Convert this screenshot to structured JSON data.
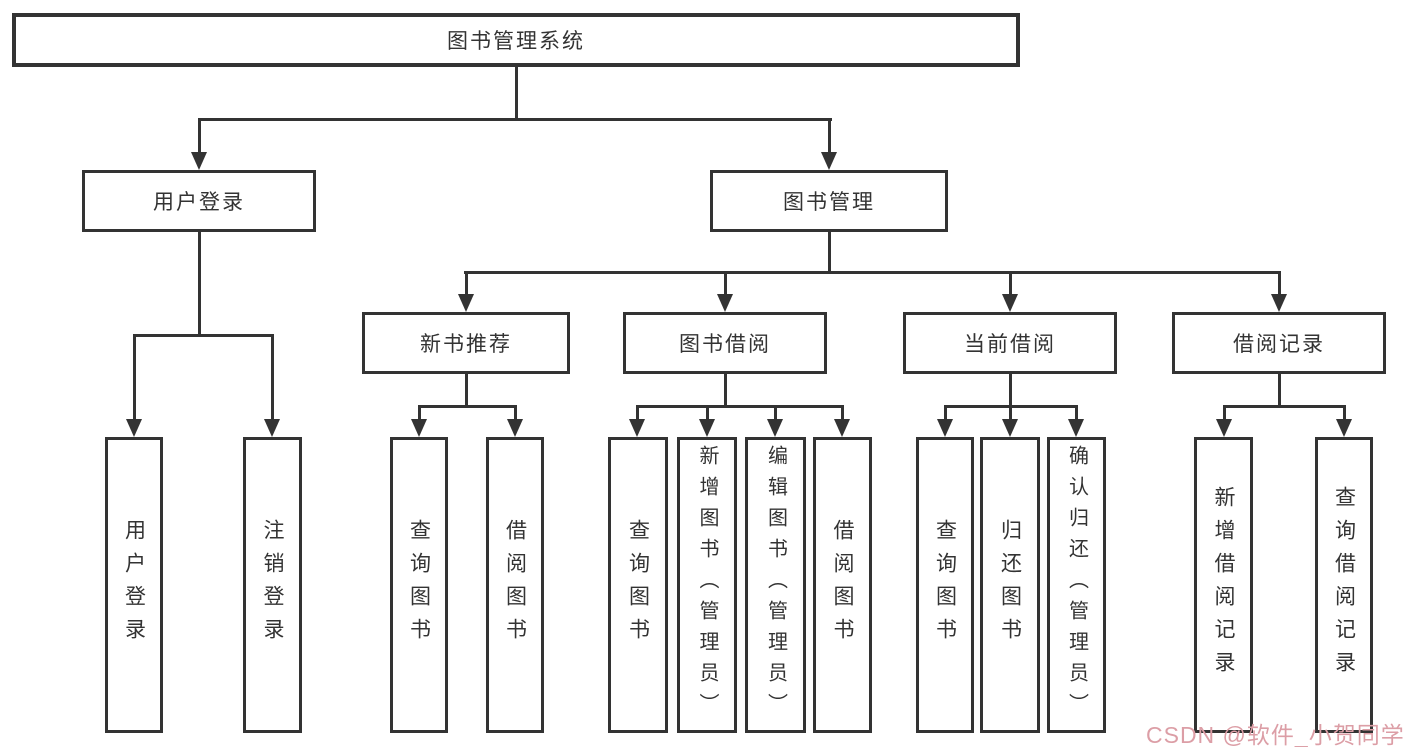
{
  "diagram": {
    "type": "hierarchy-tree",
    "root": {
      "label": "图书管理系统",
      "children": [
        {
          "label": "用户登录",
          "children": [
            {
              "label": "用户登录"
            },
            {
              "label": "注销登录"
            }
          ]
        },
        {
          "label": "图书管理",
          "children": [
            {
              "label": "新书推荐",
              "children": [
                {
                  "label": "查询图书"
                },
                {
                  "label": "借阅图书"
                }
              ]
            },
            {
              "label": "图书借阅",
              "children": [
                {
                  "label": "查询图书"
                },
                {
                  "label": "新增图书（管理员）"
                },
                {
                  "label": "编辑图书（管理员）"
                },
                {
                  "label": "借阅图书"
                }
              ]
            },
            {
              "label": "当前借阅",
              "children": [
                {
                  "label": "查询图书"
                },
                {
                  "label": "归还图书"
                },
                {
                  "label": "确认归还（管理员）"
                }
              ]
            },
            {
              "label": "借阅记录",
              "children": [
                {
                  "label": "新增借阅记录"
                },
                {
                  "label": "查询借阅记录"
                }
              ]
            }
          ]
        }
      ]
    }
  },
  "watermark": {
    "text": "CSDN @软件_小贺同学",
    "color": "#dc9ea6"
  },
  "colors": {
    "line": "#333333",
    "box_border": "#333333",
    "text": "#333333",
    "background": "#ffffff"
  }
}
